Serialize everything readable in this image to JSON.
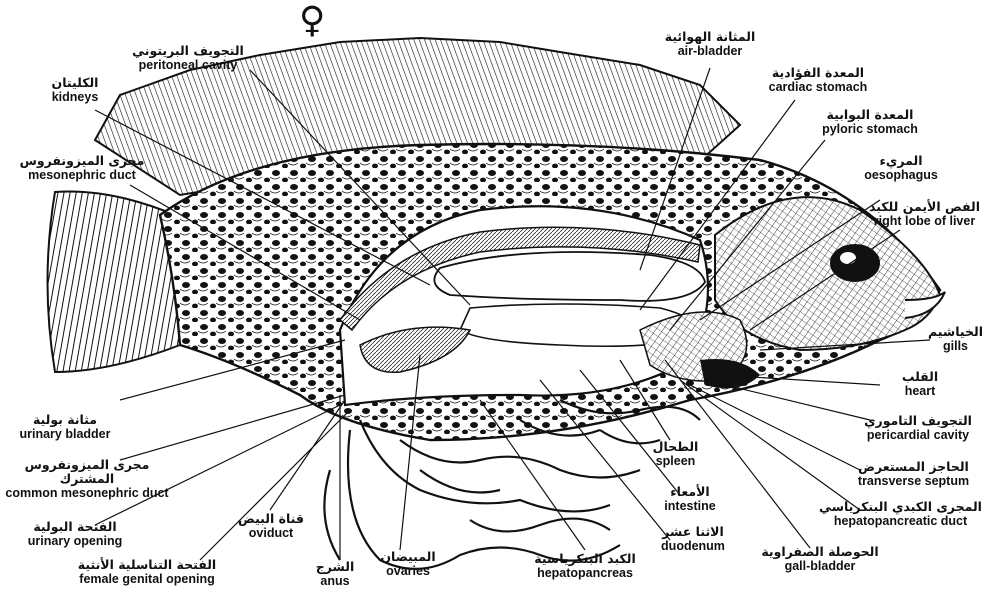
{
  "diagram": {
    "symbol": "♀",
    "colors": {
      "ink": "#111111",
      "paper": "#ffffff",
      "shade": "#d9d9d9"
    },
    "labels": [
      {
        "id": "peritoneal-cavity",
        "ar": "التجويف البريتوني",
        "en": "peritoneal cavity"
      },
      {
        "id": "kidneys",
        "ar": "الكليتان",
        "en": "kidneys"
      },
      {
        "id": "mesonephric-duct",
        "ar": "مجرى الميزونفروس",
        "en": "mesonephric duct"
      },
      {
        "id": "air-bladder",
        "ar": "المثانة الهوائية",
        "en": "air-bladder"
      },
      {
        "id": "cardiac-stomach",
        "ar": "المعدة الفؤادية",
        "en": "cardiac stomach"
      },
      {
        "id": "pyloric-stomach",
        "ar": "المعدة البوابية",
        "en": "pyloric stomach"
      },
      {
        "id": "oesophagus",
        "ar": "المريء",
        "en": "oesophagus"
      },
      {
        "id": "right-lobe-of-liver",
        "ar": "الفص الأيمن للكبد",
        "en": "right lobe of liver"
      },
      {
        "id": "gills",
        "ar": "الخياشيم",
        "en": "gills"
      },
      {
        "id": "heart",
        "ar": "القلب",
        "en": "heart"
      },
      {
        "id": "pericardial-cavity",
        "ar": "التجويف التاموري",
        "en": "pericardial cavity"
      },
      {
        "id": "transverse-septum",
        "ar": "الحاجز المستعرض",
        "en": "transverse septum"
      },
      {
        "id": "hepatopancreatic-duct",
        "ar": "المجرى الكبدي البنكرياسي",
        "en": "hepatopancreatic duct"
      },
      {
        "id": "gall-bladder",
        "ar": "الحوصلة الصفراوية",
        "en": "gall-bladder"
      },
      {
        "id": "spleen",
        "ar": "الطحال",
        "en": "spleen"
      },
      {
        "id": "intestine",
        "ar": "الأمعاء",
        "en": "intestine"
      },
      {
        "id": "duodenum",
        "ar": "الاثنا عشر",
        "en": "duodenum"
      },
      {
        "id": "hepatopancreas",
        "ar": "الكبد البنكرياسية",
        "en": "hepatopancreas"
      },
      {
        "id": "ovaries",
        "ar": "المبيضان",
        "en": "ovaries"
      },
      {
        "id": "anus",
        "ar": "الشرج",
        "en": "anus"
      },
      {
        "id": "oviduct",
        "ar": "قناة البيض",
        "en": "oviduct"
      },
      {
        "id": "urinary-bladder",
        "ar": "مثانة بولية",
        "en": "urinary bladder"
      },
      {
        "id": "common-mesonephric-duct",
        "ar": "مجرى الميزونفروس المشترك",
        "en": "common mesonephric duct"
      },
      {
        "id": "urinary-opening",
        "ar": "الفتحة البولية",
        "en": "urinary opening"
      },
      {
        "id": "female-genital-opening",
        "ar": "الفتحة التناسلية الأنثية",
        "en": "female genital opening"
      }
    ]
  }
}
